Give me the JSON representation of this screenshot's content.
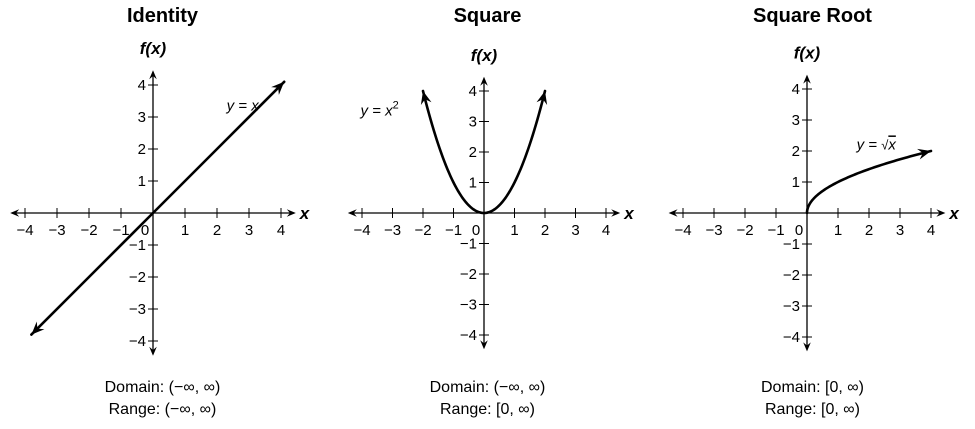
{
  "chart_data": [
    {
      "type": "line",
      "title": "Identity",
      "xlabel": "x",
      "ylabel": "f(x)",
      "xlim": [
        -4.4,
        4.4
      ],
      "ylim": [
        -4.4,
        4.4
      ],
      "x_ticks": [
        -4,
        -3,
        -2,
        -1,
        0,
        1,
        2,
        3,
        4
      ],
      "y_ticks": [
        -4,
        -3,
        -2,
        -1,
        1,
        2,
        3,
        4
      ],
      "grid": false,
      "series": [
        {
          "function": "y = x",
          "x": [
            -3.8,
            -2,
            0,
            2,
            4.1
          ],
          "y": [
            -3.8,
            -2,
            0,
            2,
            4.1
          ],
          "arrows": "both"
        }
      ],
      "annotation": {
        "prefix": "y = ",
        "var": "x",
        "at": [
          2.3,
          3.2
        ]
      },
      "domain_label": "Domain: (−∞, ∞)",
      "range_label": "Range: (−∞, ∞)"
    },
    {
      "type": "line",
      "title": "Square",
      "xlabel": "x",
      "ylabel": "f(x)",
      "xlim": [
        -4.4,
        4.4
      ],
      "ylim": [
        -4.4,
        4.4
      ],
      "x_ticks": [
        -4,
        -3,
        -2,
        -1,
        0,
        1,
        2,
        3,
        4
      ],
      "y_ticks": [
        -4,
        -3,
        -2,
        -1,
        1,
        2,
        3,
        4
      ],
      "grid": false,
      "series": [
        {
          "function": "y = x²",
          "x": [
            -2,
            -1.5,
            -1,
            -0.5,
            0,
            0.5,
            1,
            1.5,
            2
          ],
          "y": [
            4,
            2.25,
            1,
            0.25,
            0,
            0.25,
            1,
            2.25,
            4
          ],
          "arrows": "both"
        }
      ],
      "annotation": {
        "prefix": "y = ",
        "var": "x",
        "sup": "2",
        "at": [
          -4.05,
          3.2
        ]
      },
      "domain_label": "Domain: (−∞, ∞)",
      "range_label": "Range: [0, ∞)"
    },
    {
      "type": "line",
      "title": "Square Root",
      "xlabel": "x",
      "ylabel": "f(x)",
      "xlim": [
        -4.4,
        4.4
      ],
      "ylim": [
        -4.4,
        4.4
      ],
      "x_ticks": [
        -4,
        -3,
        -2,
        -1,
        0,
        1,
        2,
        3,
        4
      ],
      "y_ticks": [
        -4,
        -3,
        -2,
        -1,
        1,
        2,
        3,
        4
      ],
      "grid": false,
      "series": [
        {
          "function": "y = √x",
          "x": [
            0,
            0.25,
            1,
            2,
            3,
            4
          ],
          "y": [
            0,
            0.5,
            1,
            1.414,
            1.732,
            2
          ],
          "arrows": "end"
        }
      ],
      "annotation": {
        "prefix": "y = ",
        "sqrt_var": "x",
        "at": [
          1.6,
          2.05
        ]
      },
      "domain_label": "Domain: [0, ∞)",
      "range_label": "Range: [0, ∞)"
    }
  ]
}
